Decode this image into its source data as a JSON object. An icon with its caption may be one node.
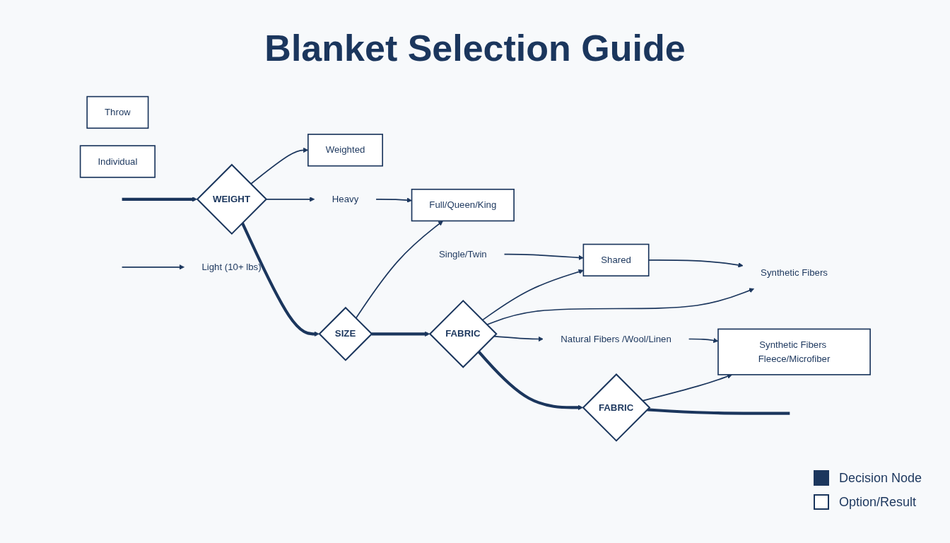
{
  "diagram": {
    "title": "Blanket Selection Guide",
    "nodes": [
      {
        "text": [
          "WEIGHT"
        ]
      },
      {
        "text": [
          "Light (10+ lbs)"
        ]
      },
      {
        "text": [
          "Throw"
        ]
      },
      {
        "text": [
          "Weighted"
        ]
      },
      {
        "text": [
          "SIZE"
        ]
      },
      {
        "text": [
          "Heavy"
        ]
      },
      {
        "text": [
          "Full/Queen/King"
        ]
      },
      {
        "text": [
          "FABRIC"
        ]
      },
      {
        "text": [
          "Single/Twin"
        ]
      },
      {
        "text": [
          "Individual"
        ]
      },
      {
        "text": [
          "Shared"
        ]
      },
      {
        "text": [
          "Synthetic Fibers"
        ]
      },
      {
        "text": [
          "FABRIC"
        ]
      },
      {
        "text": [
          "Natural Fibers /Wool/Linen"
        ]
      },
      {
        "text": [
          "Synthetic Fibers Fleece/Microfiber"
        ]
      }
    ],
    "edges": [
      {
        "from": null,
        "to": 0,
        "arrow": "to",
        "style": "thick"
      },
      {
        "from": null,
        "to": 1,
        "arrow": "to"
      },
      {
        "from": 0,
        "to": 4,
        "arrow": "to",
        "style": "thick"
      },
      {
        "from": 0,
        "to": 3,
        "arrow": "to"
      },
      {
        "from": 0,
        "to": 5,
        "arrow": "to"
      },
      {
        "from": 4,
        "to": 6,
        "arrow": "to"
      },
      {
        "from": 5,
        "to": 6,
        "arrow": "to"
      },
      {
        "from": 4,
        "to": 7,
        "arrow": "to",
        "style": "thick"
      },
      {
        "from": 7,
        "to": 10,
        "arrow": "to"
      },
      {
        "from": 8,
        "to": 10,
        "arrow": "to"
      },
      {
        "from": 7,
        "to": 11,
        "arrow": "to"
      },
      {
        "from": 10,
        "to": 11,
        "arrow": "to"
      },
      {
        "from": 7,
        "to": 12,
        "arrow": "to",
        "style": "thick"
      },
      {
        "from": 7,
        "to": 13,
        "arrow": "to"
      },
      {
        "from": 12,
        "to": 14,
        "arrow": "to"
      },
      {
        "from": 13,
        "to": 14,
        "arrow": "to"
      },
      {
        "from": 12,
        "to": null,
        "arrow": "none",
        "style": "thick"
      }
    ],
    "legend": [
      {
        "text": "Decision Node",
        "color": "#1b365d"
      },
      {
        "text": "Option/Result",
        "color": "#ffffff"
      }
    ]
  }
}
